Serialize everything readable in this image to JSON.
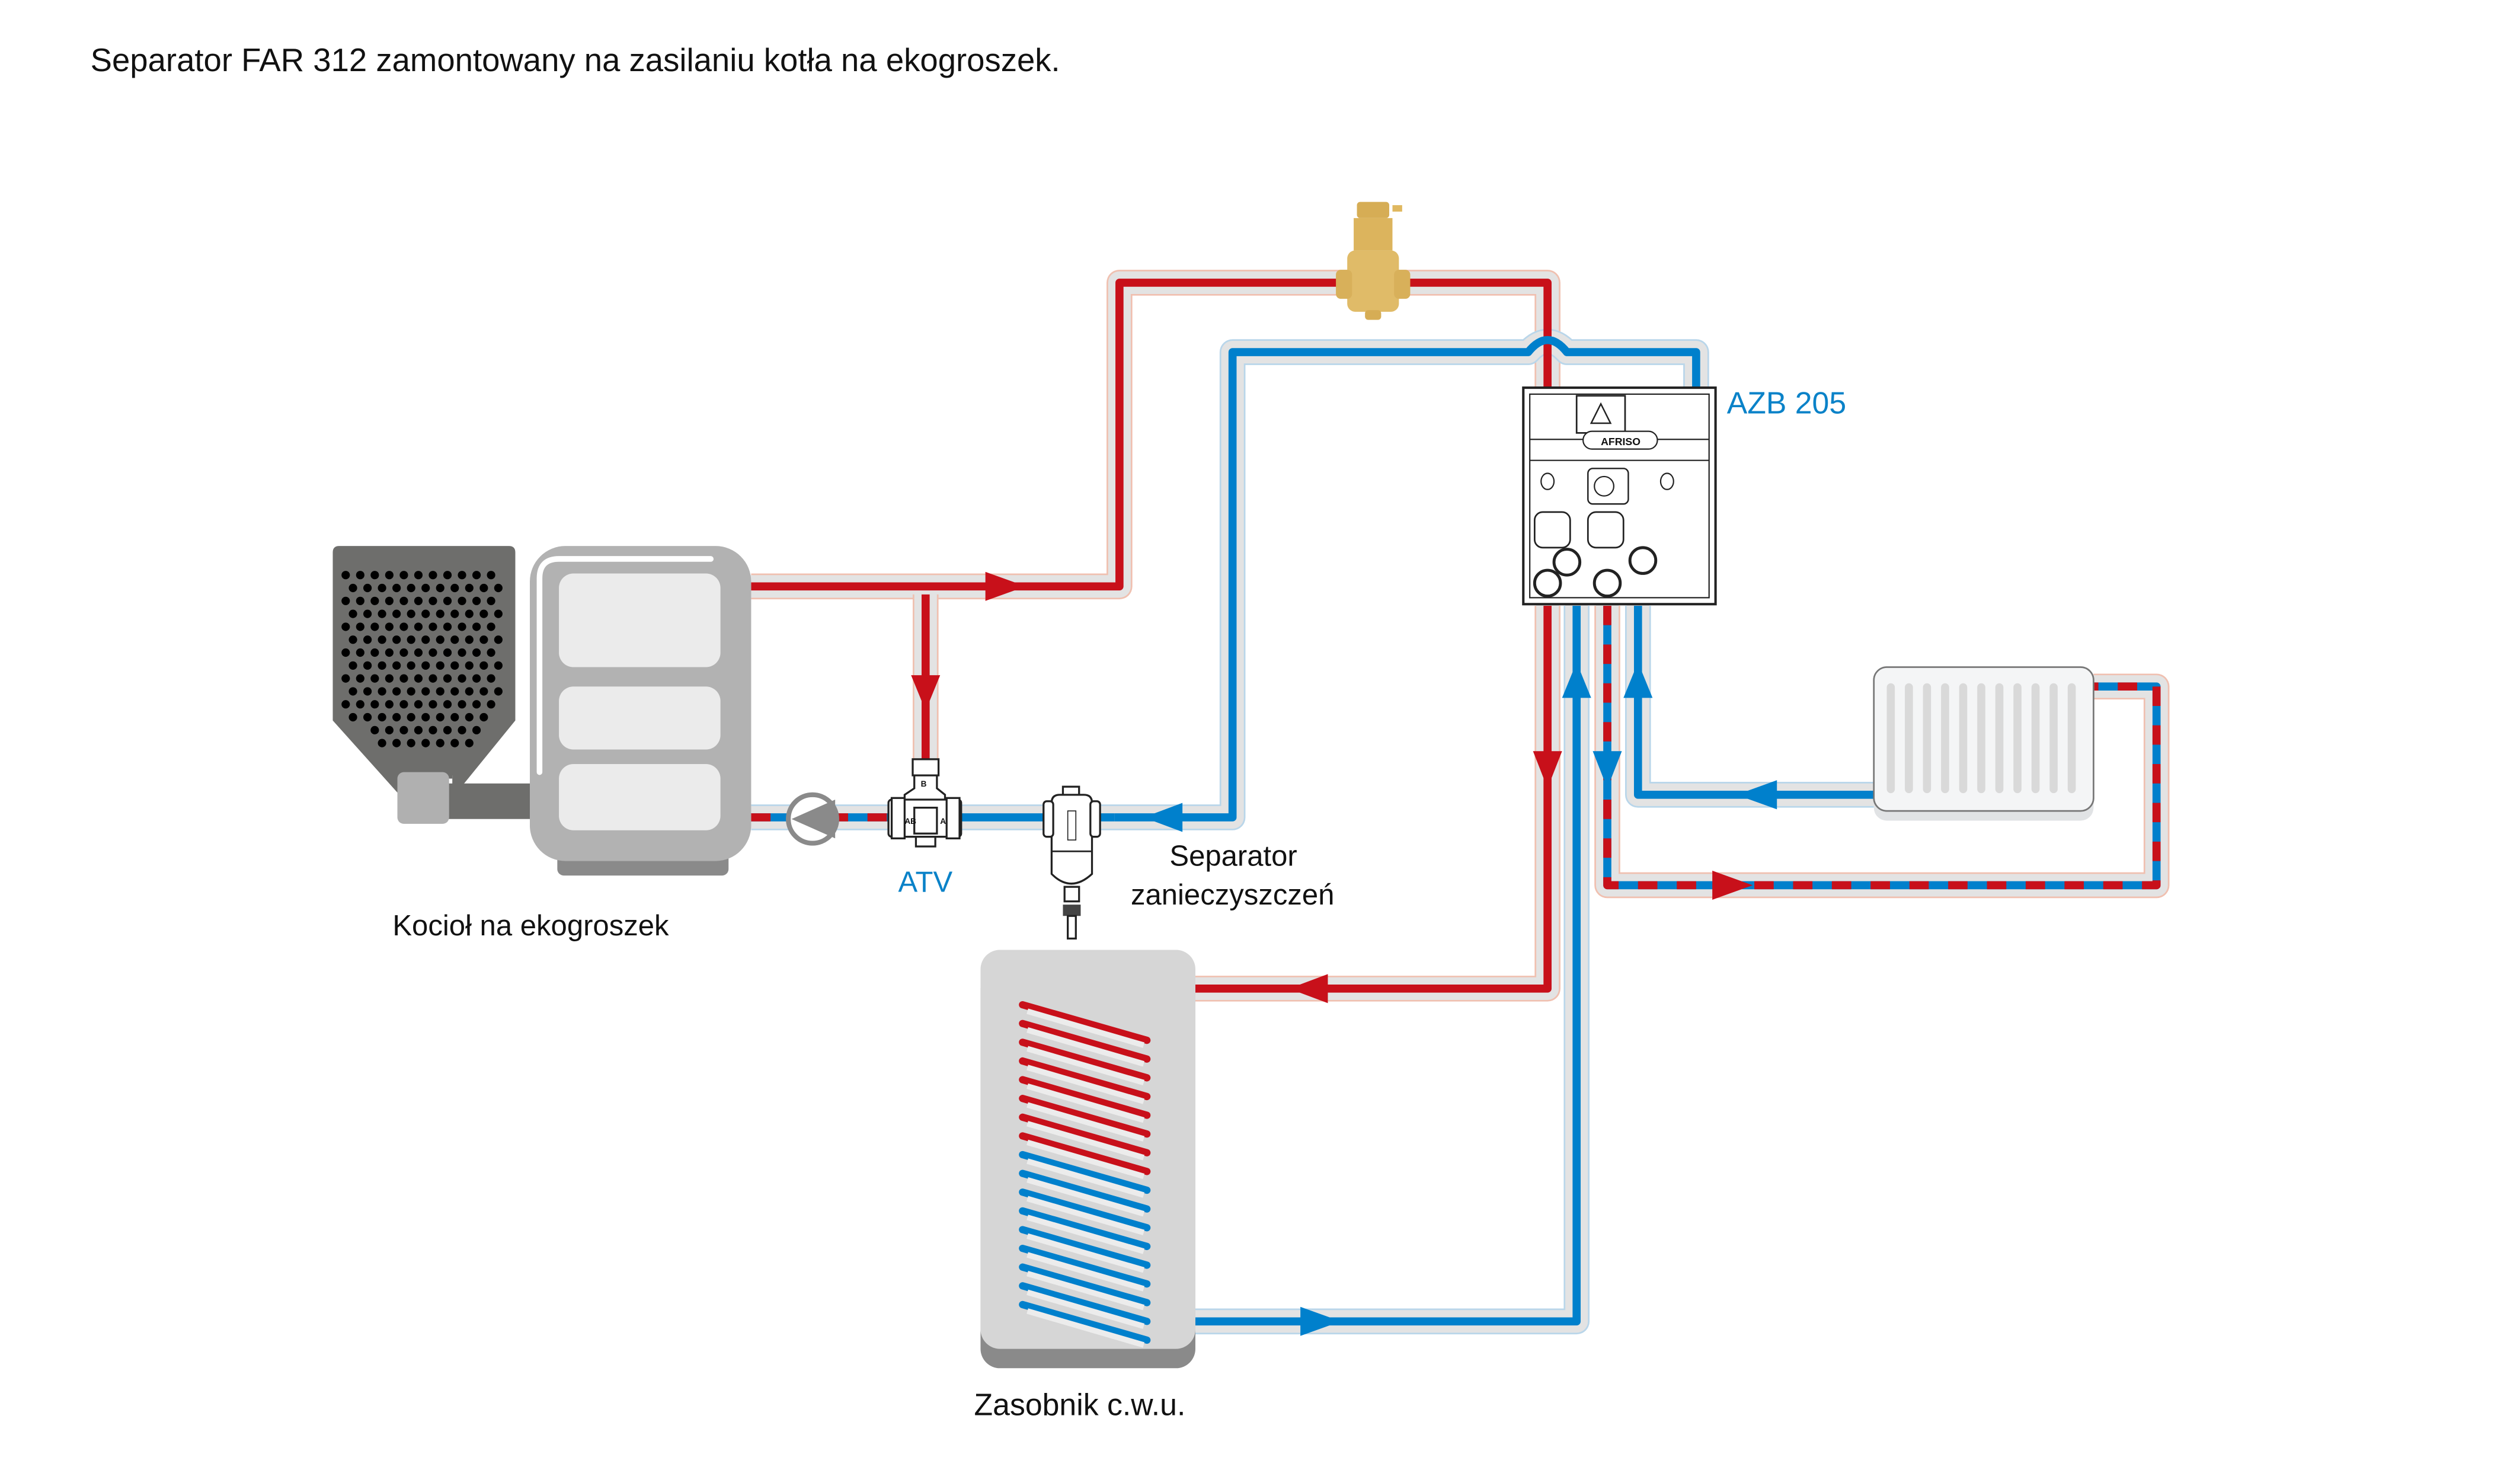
{
  "title": "Separator FAR 312  zamontowany na zasilaniu kotła na ekogroszek.",
  "labels": {
    "boiler": "Kocioł na ekogroszek",
    "valve": "ATV",
    "separator_line1": "Separator",
    "separator_line2": "zanieczyszczeń",
    "station": "AZB 205",
    "tank": "Zasobnik c.w.u.",
    "station_brand": "AFRISO",
    "valve_port_ab": "AB",
    "valve_port_a": "A",
    "valve_port_b": "B"
  },
  "colors": {
    "supply_red": "#c8101a",
    "return_blue": "#0080cc",
    "sheath_gray": "#e3e3e3",
    "label_blue": "#0a82c8",
    "brass": "#d9b25e"
  },
  "components": [
    {
      "id": "boiler",
      "icon": "boiler-icon"
    },
    {
      "id": "hopper",
      "icon": "fuel-hopper-icon"
    },
    {
      "id": "pump",
      "icon": "circulation-pump-icon"
    },
    {
      "id": "atv",
      "icon": "three-way-valve-icon"
    },
    {
      "id": "separator",
      "icon": "dirt-separator-icon"
    },
    {
      "id": "air-separator",
      "icon": "air-vent-icon"
    },
    {
      "id": "azb205",
      "icon": "mixing-station-icon"
    },
    {
      "id": "radiator",
      "icon": "radiator-icon"
    },
    {
      "id": "dhw-tank",
      "icon": "hot-water-tank-icon"
    }
  ]
}
